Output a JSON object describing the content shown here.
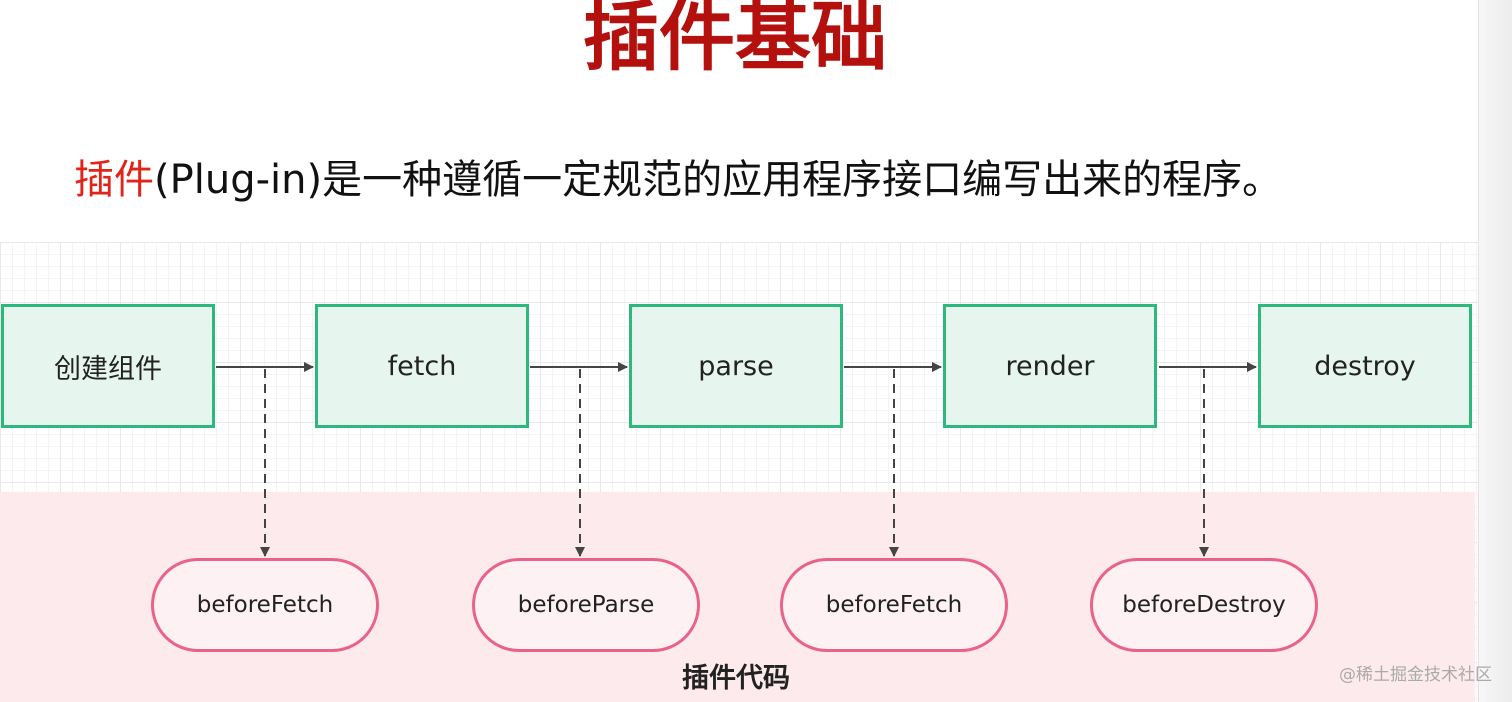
{
  "title": "插件基础",
  "subtitle": {
    "highlight": "插件",
    "rest": "(Plug-in)是一种遵循一定规范的应用程序接口编写出来的程序。"
  },
  "stages": [
    "创建组件",
    "fetch",
    "parse",
    "render",
    "destroy"
  ],
  "hooks": [
    "beforeFetch",
    "beforeParse",
    "beforeFetch",
    "beforeDestroy"
  ],
  "plugin_area_label": "插件代码",
  "watermark": "@稀土掘金技术社区",
  "colors": {
    "title": "#b3100e",
    "highlight": "#e0241a",
    "stage_border": "#2eb87d",
    "stage_fill": "#e6f6ee",
    "hook_border": "#e9628a",
    "hook_fill": "#fdf1f3",
    "plugin_area": "#fdeaec"
  }
}
